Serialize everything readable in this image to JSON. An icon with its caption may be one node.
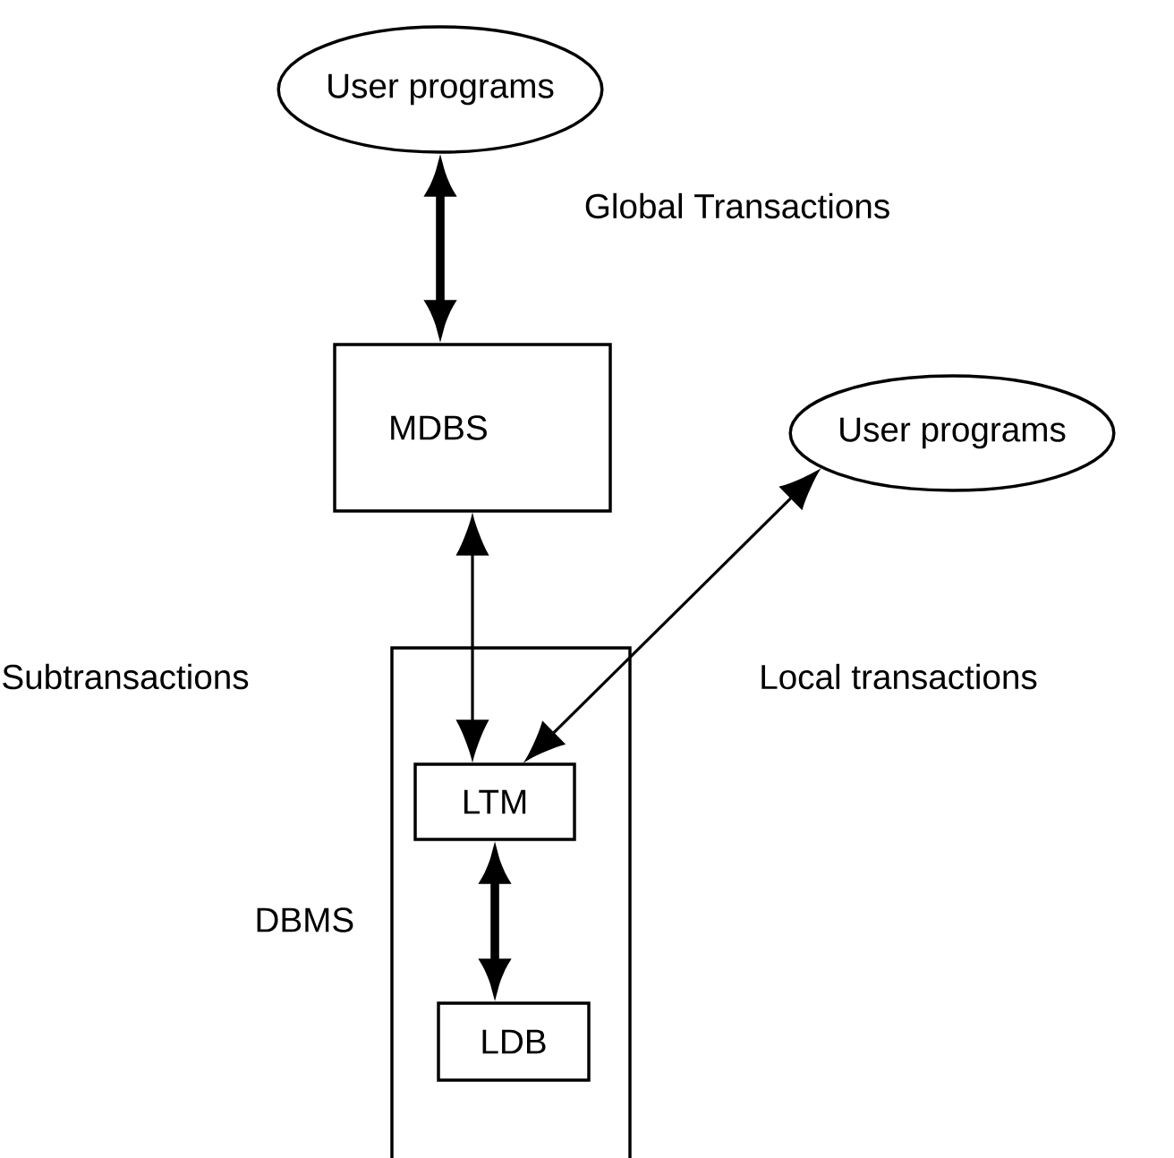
{
  "diagram": {
    "nodes": [
      {
        "text": [
          "User programs"
        ]
      },
      {
        "text": [
          "MDBS"
        ]
      },
      {
        "text": [
          "User programs"
        ]
      },
      {
        "text": [
          "DBMS"
        ]
      },
      {
        "text": [
          "LTM"
        ],
        "in": 3
      },
      {
        "text": [
          "LDB"
        ],
        "in": 3
      }
    ],
    "edges": [
      {
        "from": 0,
        "to": 1,
        "arrow": "both",
        "label": "Global Transactions",
        "style": "thick"
      },
      {
        "from": 1,
        "to": 4,
        "arrow": "both"
      },
      {
        "from": 2,
        "to": 4,
        "arrow": "both",
        "label": "Local transactions"
      },
      {
        "from": 4,
        "to": 5,
        "arrow": "both",
        "style": "thick"
      }
    ],
    "labels": [
      "Subtransactions"
    ]
  }
}
